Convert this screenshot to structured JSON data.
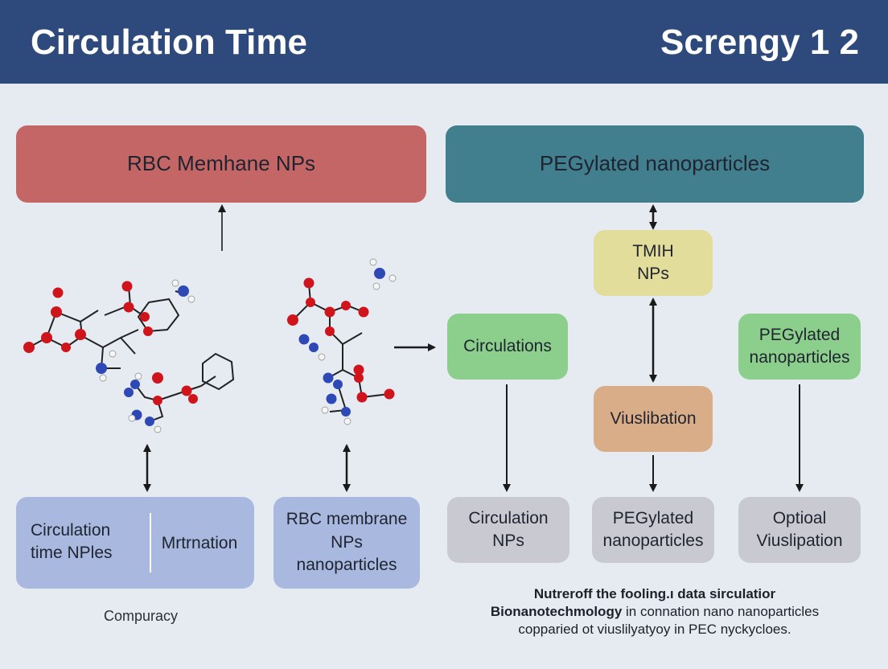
{
  "header": {
    "title": "Circulation Time",
    "right_text": "Screngy 1 2"
  },
  "colors": {
    "header_bg": "#2e4a7c",
    "rbc_red": "#c56666",
    "peg_teal": "#427f8e",
    "green": "#8ccf8c",
    "yellow": "#e3dd9c",
    "orange": "#d9ad87",
    "blue_panel": "#a9b8de",
    "gray_panel": "#c9c9d2",
    "atom_red": "#d0141c",
    "atom_blue": "#2e49b5"
  },
  "boxes": {
    "rbc_membrane_np": "RBC Memhane NPs",
    "pegylated_np": "PEGylated nanoparticles",
    "tmih_line1": "TMIH",
    "tmih_line2": "NPs",
    "circulations": "Circulations",
    "pegylated_right_line1": "PEGylated",
    "pegylated_right_line2": "nanoparticles",
    "viuslibation": "Viuslibation"
  },
  "bottom": {
    "circ_time_line1": "Circulation",
    "circ_time_line2": "time NPles",
    "mrtnation": "Mrtrnation",
    "rbc_line1": "RBC membrane",
    "rbc_line2": "NPs",
    "rbc_line3": "nanoparticles",
    "circ_np_line1": "Circulation",
    "circ_np_line2": "NPs",
    "peg_line1": "PEGylated",
    "peg_line2": "nanoparticles",
    "opt_line1": "Optioal",
    "opt_line2": "Viuslipation"
  },
  "captions": {
    "left": "Compuracy",
    "right_line1": "Nutreroff the fooling.ı data sirculatior",
    "right_line2_bold": "Bionanotechmology",
    "right_line2_rest": " in connation nano nanoparticles",
    "right_line3": "copparied ot viuslilyatyoy in PEC nyckycloes."
  },
  "icons": [
    "molecule-icon",
    "arrow-up-icon",
    "arrow-right-icon",
    "double-arrow-icon",
    "arrow-down-icon"
  ]
}
